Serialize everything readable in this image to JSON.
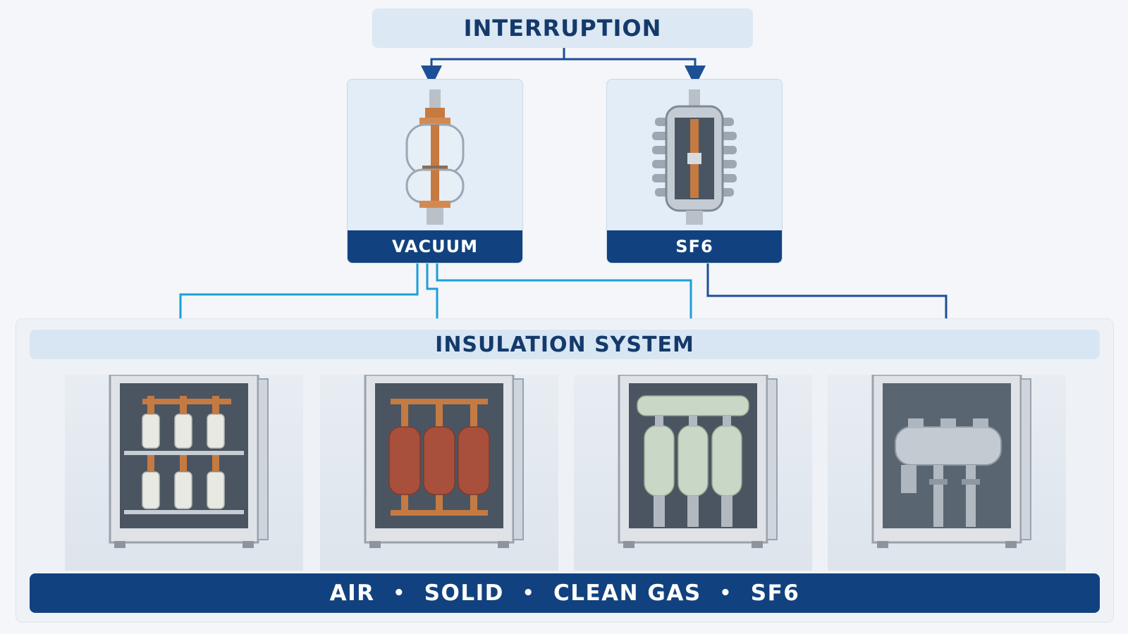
{
  "header": {
    "title": "INTERRUPTION"
  },
  "interruption_types": [
    {
      "label": "VACUUM",
      "icon": "vacuum-interrupter-icon"
    },
    {
      "label": "SF6",
      "icon": "sf6-interrupter-icon"
    }
  ],
  "insulation": {
    "title": "INSULATION SYSTEM",
    "cabinets": [
      {
        "icon": "air-insulated-cabinet-icon"
      },
      {
        "icon": "solid-insulated-cabinet-icon"
      },
      {
        "icon": "clean-gas-insulated-cabinet-icon"
      },
      {
        "icon": "sf6-gas-insulated-cabinet-icon"
      }
    ],
    "types": [
      "AIR",
      "SOLID",
      "CLEAN GAS",
      "SF6"
    ],
    "separator": "•"
  },
  "colors": {
    "navy": "#11427f",
    "light_blue": "#d8e6f3",
    "connector_blue": "#1b9fd6",
    "connector_navy": "#1d4f96",
    "copper": "#c57a42"
  }
}
